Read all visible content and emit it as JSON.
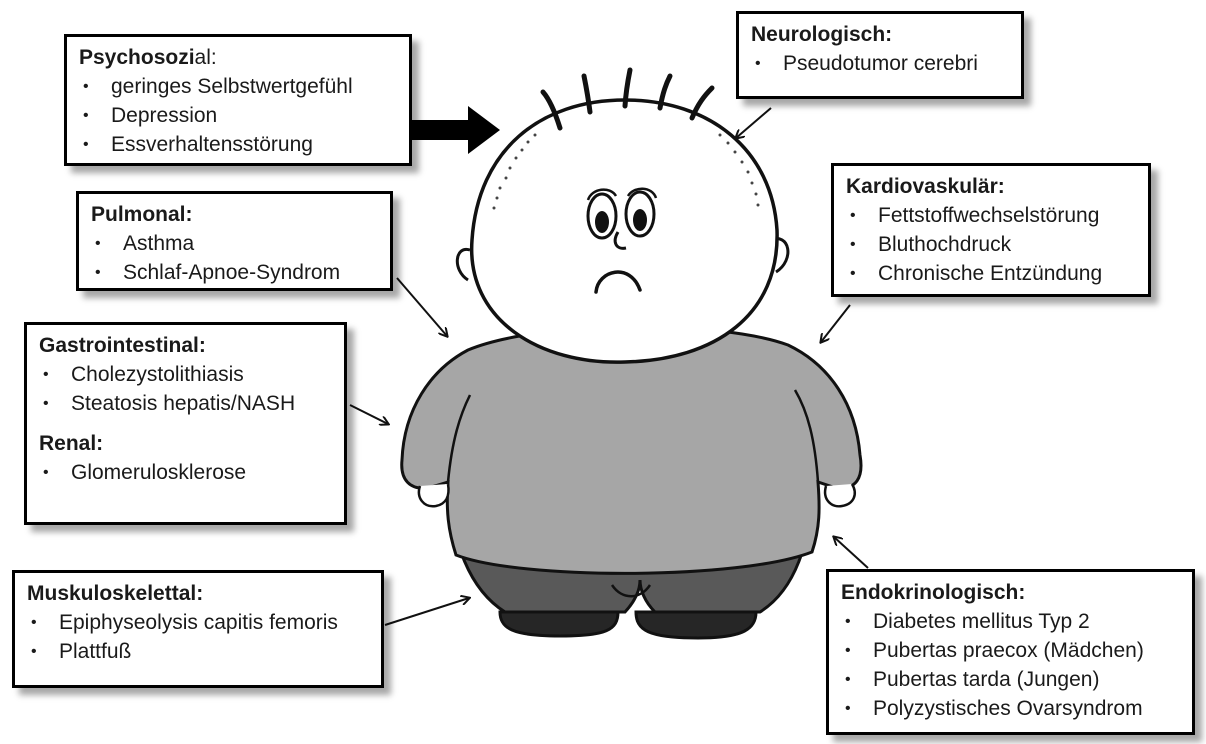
{
  "boxes": {
    "psychosozial": {
      "title_bold": "Psychosozi",
      "title_rest": "al:",
      "items": [
        "geringes Selbstwertgefühl",
        "Depression",
        "Essverhaltensstörung"
      ]
    },
    "neurologisch": {
      "title": "Neurologisch:",
      "items": [
        "Pseudotumor cerebri"
      ]
    },
    "pulmonal": {
      "title": "Pulmonal:",
      "items": [
        "Asthma",
        "Schlaf-Apnoe-Syndrom"
      ]
    },
    "kardiovaskular": {
      "title": "Kardiovaskulär:",
      "items": [
        "Fettstoffwechselstörung",
        "Bluthochdruck",
        "Chronische Entzündung"
      ]
    },
    "gastrointestinal": {
      "title": "Gastrointestinal:",
      "items": [
        "Cholezystolithiasis",
        "Steatosis hepatis/NASH"
      ]
    },
    "renal": {
      "title": "Renal:",
      "items": [
        "Glomerulosklerose"
      ]
    },
    "muskuloskelettal": {
      "title": "Muskuloskelettal:",
      "items": [
        "Epiphyseolysis capitis femoris",
        "Plattfuß"
      ]
    },
    "endokrinologisch": {
      "title": "Endokrinologisch:",
      "items": [
        "Diabetes mellitus Typ 2",
        "Pubertas praecox (Mädchen)",
        "Pubertas tarda (Jungen)",
        "Polyzystisches Ovarsyndrom"
      ]
    }
  },
  "colors": {
    "shirt": "#a6a6a6",
    "pants": "#595959",
    "shoes": "#262626",
    "outline": "#111111"
  }
}
